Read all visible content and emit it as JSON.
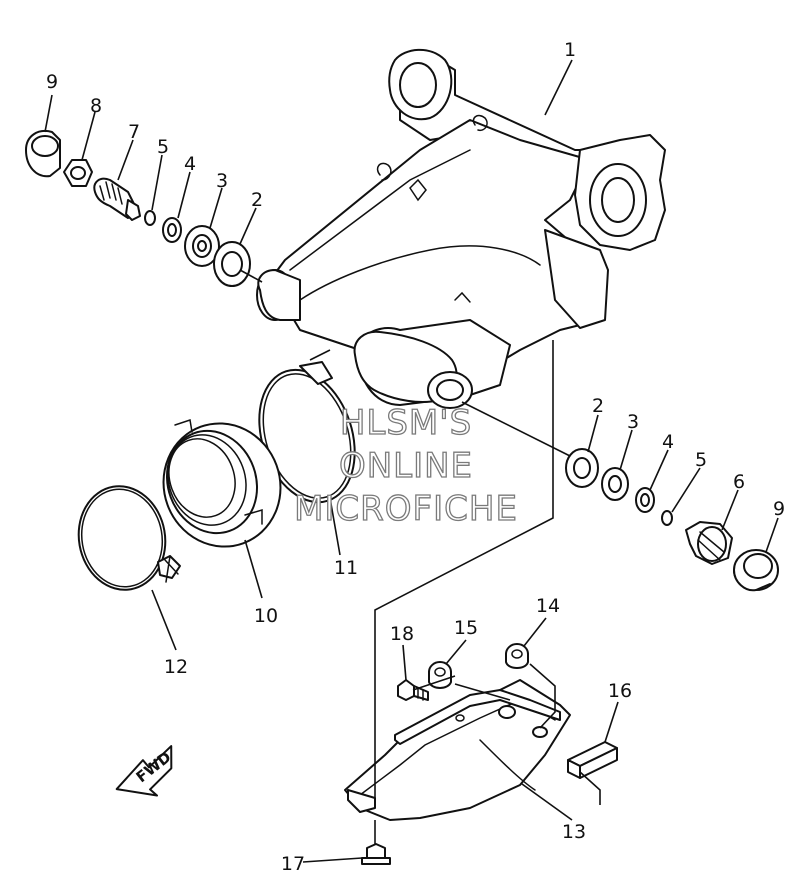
{
  "callouts": {
    "c1": "1",
    "c2a": "2",
    "c3a": "3",
    "c4a": "4",
    "c5a": "5",
    "c7": "7",
    "c8": "8",
    "c9a": "9",
    "c2b": "2",
    "c3b": "3",
    "c4b": "4",
    "c5b": "5",
    "c6": "6",
    "c9b": "9",
    "c10": "10",
    "c11": "11",
    "c12": "12",
    "c13": "13",
    "c14": "14",
    "c15": "15",
    "c16": "16",
    "c17": "17",
    "c18": "18"
  },
  "watermark": {
    "line1": "HLSM'S",
    "line2": "ONLINE",
    "line3": "MICROFICHE"
  },
  "fwd_label": "FWD"
}
